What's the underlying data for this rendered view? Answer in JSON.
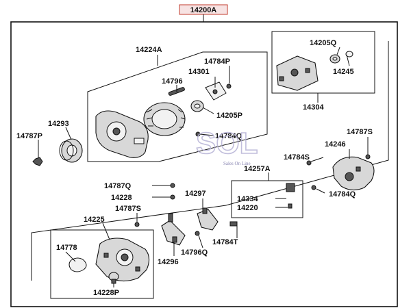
{
  "assembly_label": "14200A",
  "labels": {
    "p14224A": "14224A",
    "p14784P": "14784P",
    "p14301": "14301",
    "p14796": "14796",
    "p14205P": "14205P",
    "p14784Q_top": "14784Q",
    "p14293": "14293",
    "p14787P": "14787P",
    "p14205Q": "14205Q",
    "p14245": "14245",
    "p14304": "14304",
    "p14787S_right": "14787S",
    "p14246": "14246",
    "p14784S": "14784S",
    "p14257A": "14257A",
    "p14334": "14334",
    "p14220": "14220",
    "p14784Q_right": "14784Q",
    "p14787Q": "14787Q",
    "p14228": "14228",
    "p14297": "14297",
    "p14787S_left": "14787S",
    "p14225": "14225",
    "p14778": "14778",
    "p14784T": "14784T",
    "p14796Q": "14796Q",
    "p14296": "14296",
    "p14228P": "14228P"
  },
  "watermark": {
    "logo_text": "SOL",
    "tagline": "Sales On Line"
  },
  "colors": {
    "assembly_label_border": "#c0392b",
    "assembly_label_fill": "#f7e3e3",
    "watermark": "#b7b3d6"
  }
}
